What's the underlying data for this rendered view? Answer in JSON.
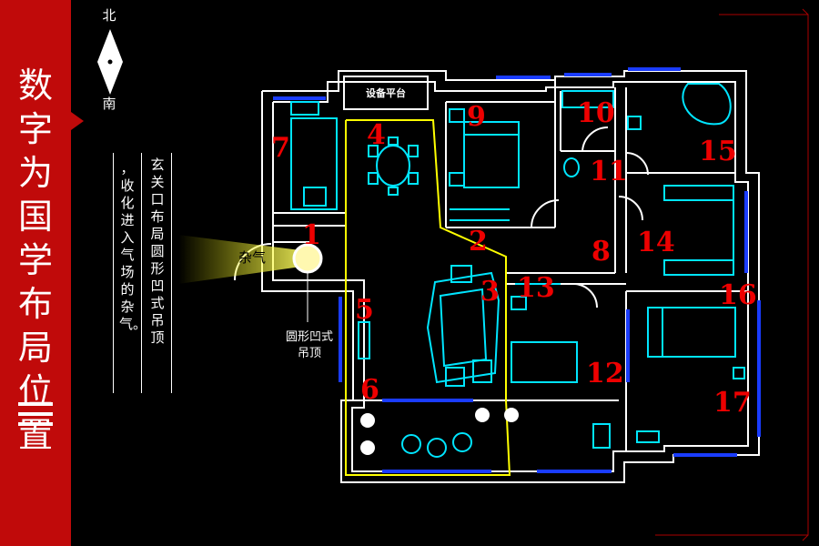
{
  "sidebar": {
    "title": [
      "数",
      "字",
      "为",
      "国",
      "学",
      "布",
      "局",
      "位",
      "置"
    ]
  },
  "compass": {
    "north": "北",
    "south": "南"
  },
  "notes": {
    "col1": "玄关口布局圆形凹式吊顶",
    "col2": "，收化进入气场的杂气。"
  },
  "labels": {
    "balcony": "设备平台",
    "zaqi": "杂气",
    "ceiling_line1": "圆形凹式",
    "ceiling_line2": "吊顶"
  },
  "rooms": [
    {
      "n": "1"
    },
    {
      "n": "2"
    },
    {
      "n": "3"
    },
    {
      "n": "4"
    },
    {
      "n": "5"
    },
    {
      "n": "6"
    },
    {
      "n": "7"
    },
    {
      "n": "8"
    },
    {
      "n": "9"
    },
    {
      "n": "10"
    },
    {
      "n": "11"
    },
    {
      "n": "12"
    },
    {
      "n": "13"
    },
    {
      "n": "14"
    },
    {
      "n": "15"
    },
    {
      "n": "16"
    },
    {
      "n": "17"
    }
  ],
  "colors": {
    "sidebar": "#c00a0a",
    "wall": "#ffffff",
    "furniture": "#00e5ff",
    "window": "#1a3cff",
    "highlight": "#ffff00",
    "number": "#e00000"
  }
}
